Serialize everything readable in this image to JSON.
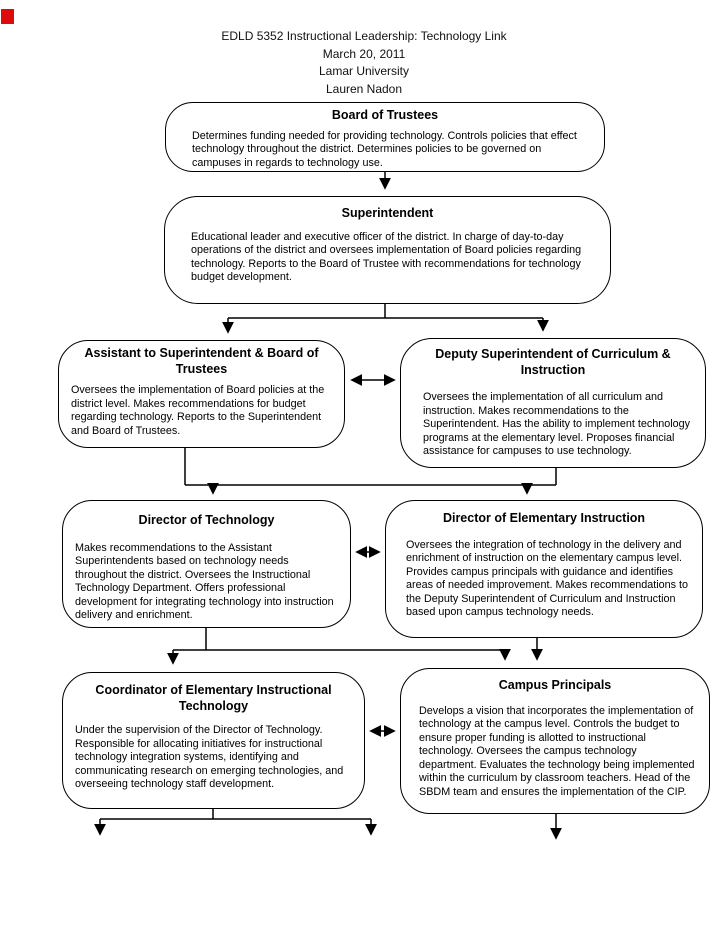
{
  "page": {
    "marker_color": "#dd0b0b",
    "header": {
      "line1": "EDLD 5352 Instructional Leadership: Technology Link",
      "line2": "March 20, 2011",
      "line3": "Lamar University",
      "line4": "Lauren Nadon"
    }
  },
  "nodes": {
    "board": {
      "title": "Board of Trustees",
      "body": "Determines funding needed for providing technology. Controls policies that effect technology throughout the district. Determines policies to be governed on campuses in regards to technology use."
    },
    "super": {
      "title": "Superintendent",
      "body": "Educational leader and executive officer of the district. In charge of day-to-day operations of the district and oversees implementation of Board policies regarding technology. Reports to the Board of Trustee with recommendations for technology budget development."
    },
    "assistant": {
      "title": "Assistant to Superintendent & Board of Trustees",
      "body": "Oversees the implementation of Board policies at the district level. Makes recommendations for budget regarding technology. Reports to the Superintendent and Board of Trustees."
    },
    "deputy": {
      "title": "Deputy Superintendent of Curriculum & Instruction",
      "body": "Oversees the implementation of all curriculum and instruction. Makes recommendations to the Superintendent. Has the ability to implement technology programs at the elementary level. Proposes financial assistance for campuses to use technology."
    },
    "dirtech": {
      "title": "Director of Technology",
      "body": "Makes recommendations to the Assistant Superintendents based on technology needs throughout the district. Oversees the Instructional Technology Department. Offers professional development for integrating technology into instruction delivery and enrichment."
    },
    "direlem": {
      "title": "Director of Elementary Instruction",
      "body": "Oversees the integration of technology in the delivery and enrichment of instruction on the elementary campus level. Provides campus principals with guidance and identifies areas of needed improvement. Makes recommendations to the Deputy Superintendent of Curriculum and Instruction based upon campus technology needs."
    },
    "coord": {
      "title": "Coordinator of Elementary Instructional Technology",
      "body": "Under the supervision of the Director of Technology. Responsible for allocating initiatives for instructional technology integration systems, identifying and communicating research on emerging technologies, and overseeing technology staff development."
    },
    "campus": {
      "title": "Campus Principals",
      "body": "Develops a vision that incorporates the implementation of technology at the campus level.  Controls the budget to ensure proper funding is allotted to instructional technology. Oversees the campus technology department. Evaluates the technology being implemented within the curriculum by classroom teachers. Head of the SBDM team and ensures the implementation of the CIP."
    }
  }
}
